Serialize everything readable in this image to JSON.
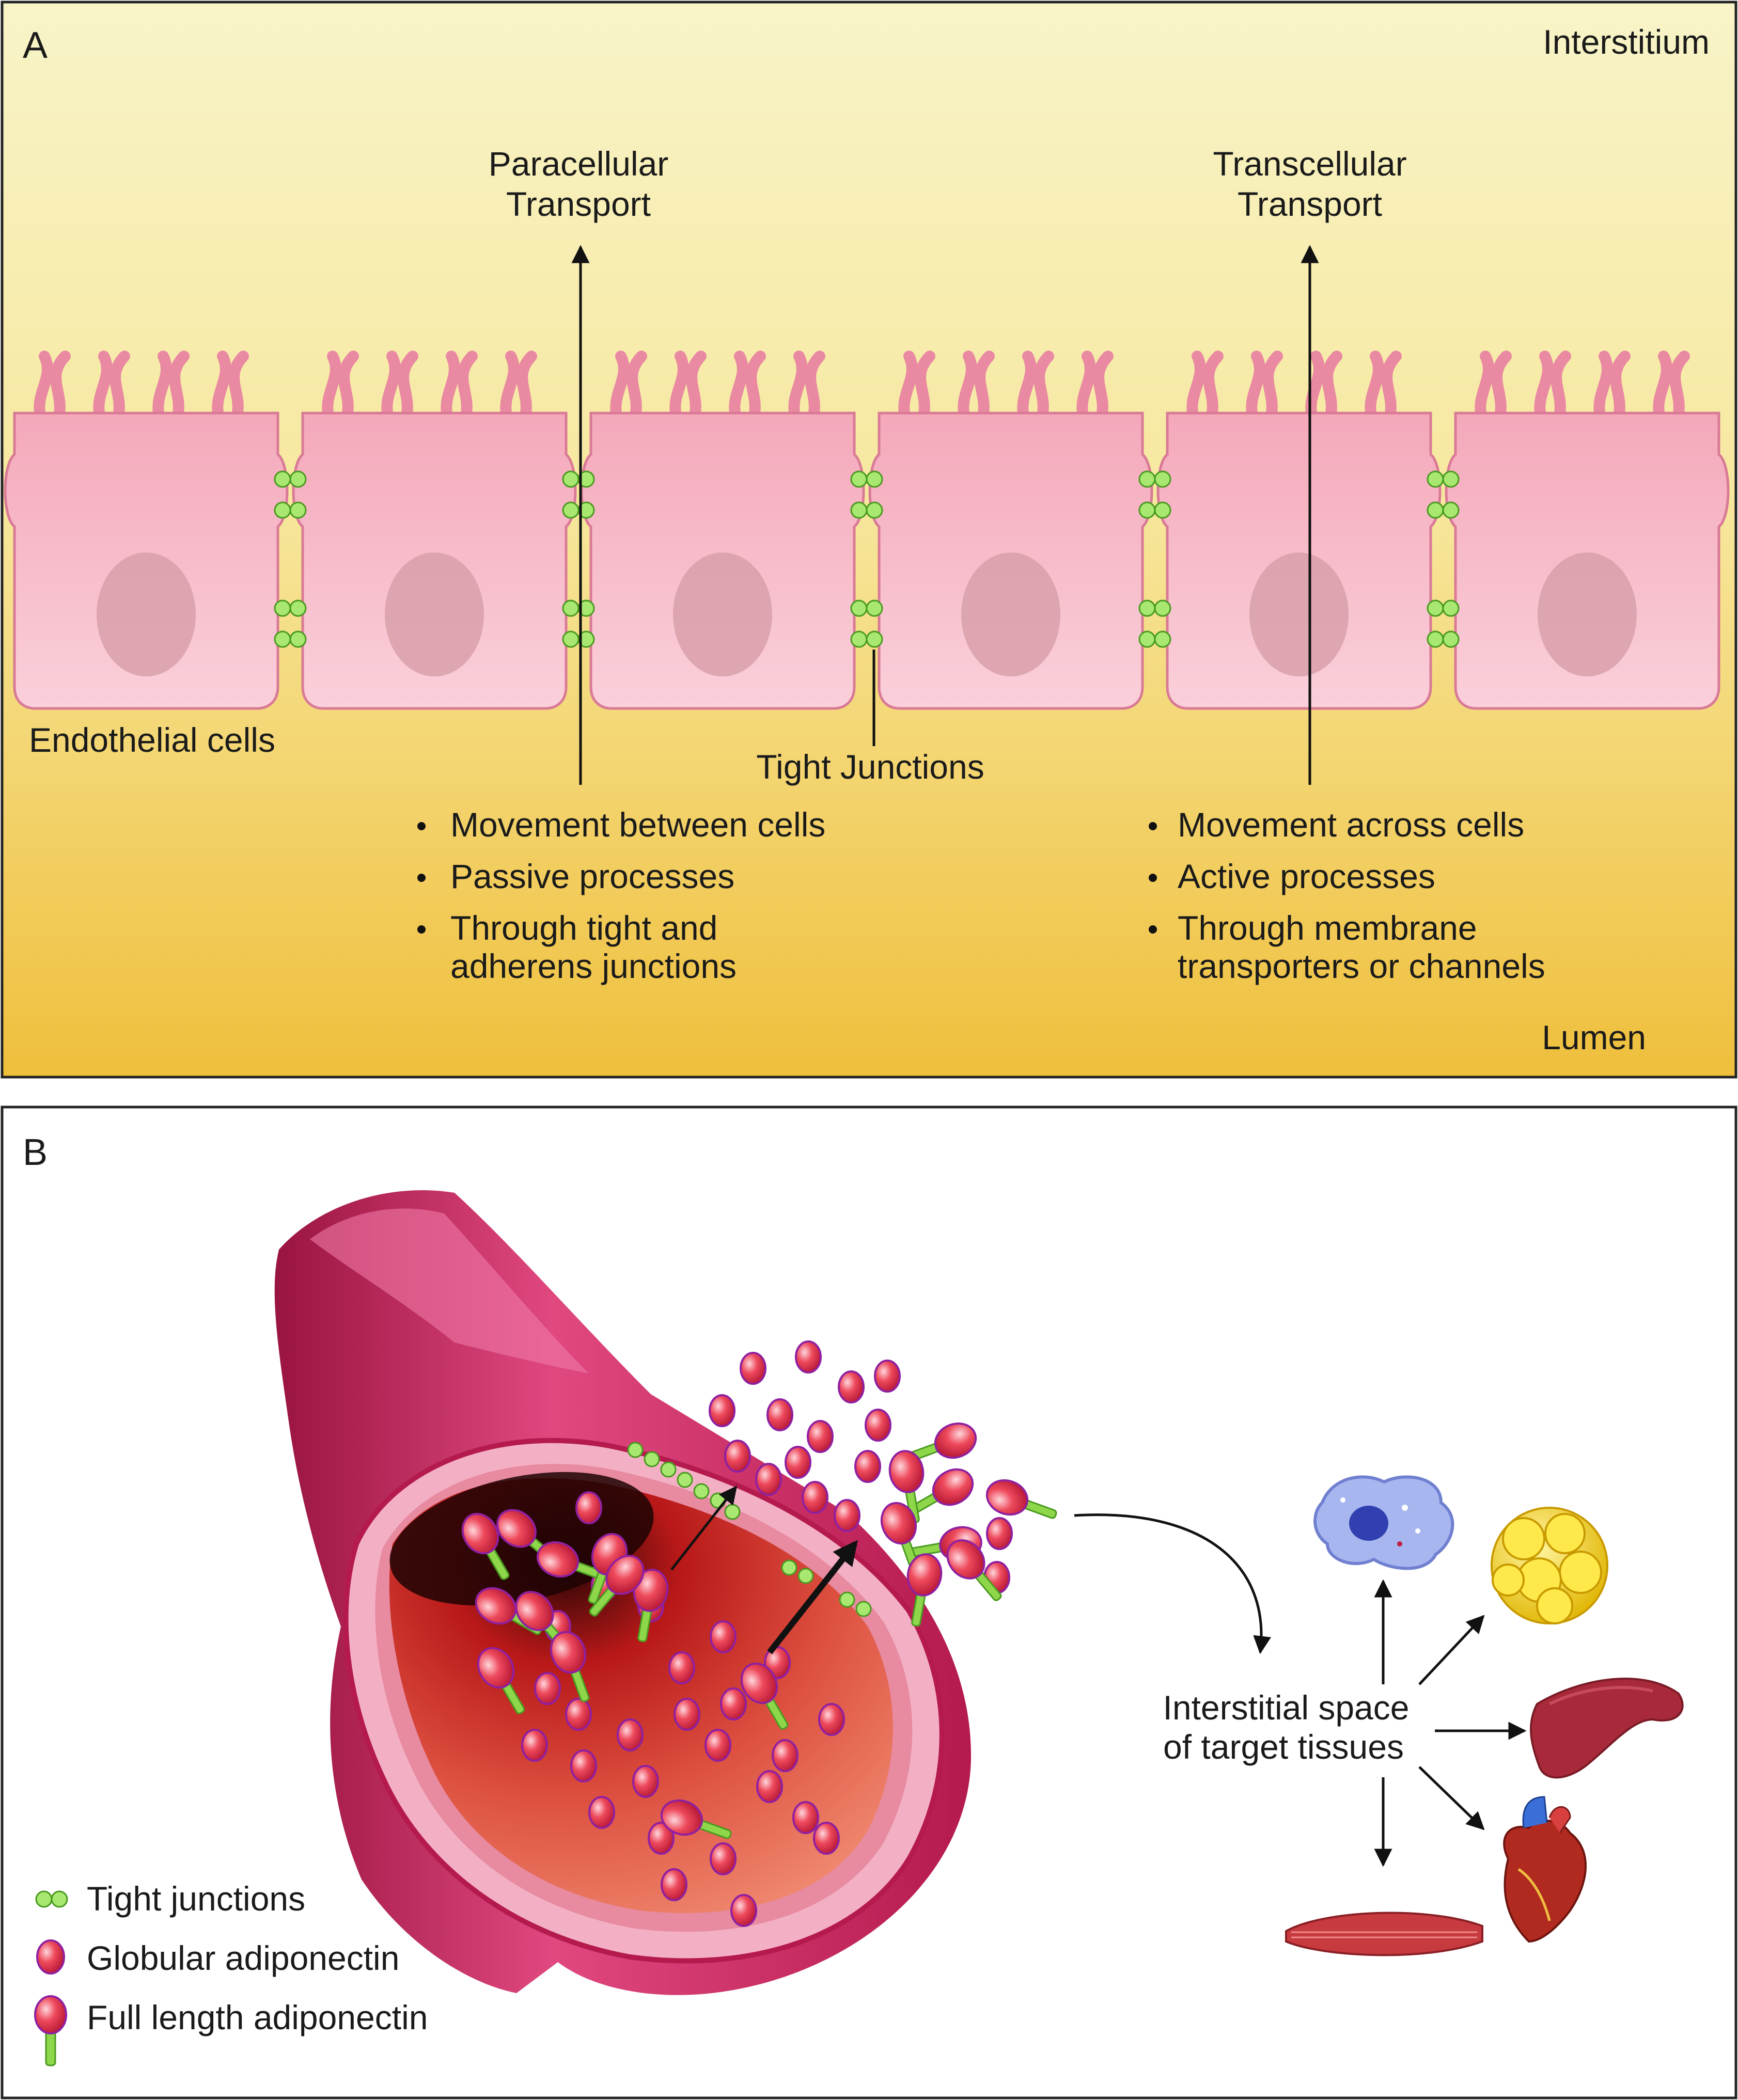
{
  "panel_a": {
    "letter": "A",
    "interstitium": "Interstitium",
    "lumen": "Lumen",
    "endothelial_label": "Endothelial cells",
    "tight_junction_label": "Tight Junctions",
    "paracellular": {
      "title_line1": "Paracellular",
      "title_line2": "Transport",
      "bullets": [
        "Movement between cells",
        "Passive processes",
        "Through tight and",
        "adherens junctions"
      ]
    },
    "transcellular": {
      "title_line1": "Transcellular",
      "title_line2": "Transport",
      "bullets": [
        "Movement across cells",
        "Active processes",
        "Through membrane",
        "transporters or channels"
      ]
    },
    "colors": {
      "top": "#f8f4c8",
      "bottom": "#efbf3c",
      "cell": "#f4b6c2",
      "junction": "#8ed64a"
    }
  },
  "panel_b": {
    "letter": "B",
    "target_line1": "Interstitial space",
    "target_line2": "of target tissues",
    "target_icons": [
      "immune-cell-icon",
      "adipocyte-icon",
      "liver-icon",
      "heart-icon",
      "muscle-icon"
    ],
    "legend": {
      "tight": "Tight junctions",
      "globular": "Globular adiponectin",
      "full": "Full length adiponectin"
    },
    "colors": {
      "vessel": "#c81e55",
      "lumen": "#d12a2a",
      "adiponectin": "#e23a52"
    }
  }
}
